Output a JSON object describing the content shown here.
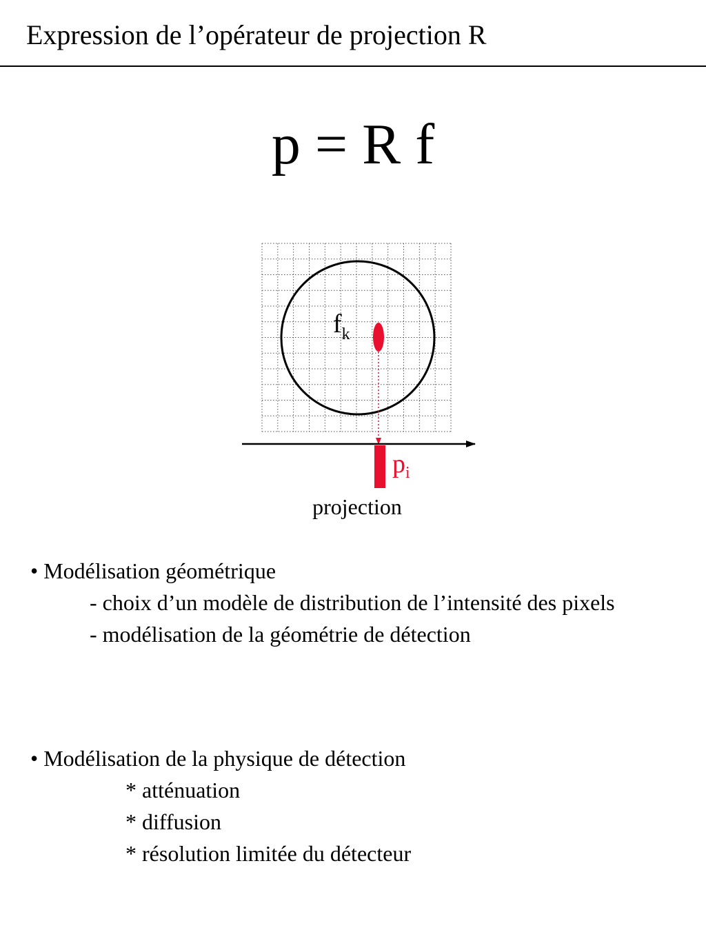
{
  "slide": {
    "title": "Expression de l’opérateur de projection R",
    "equation": "p = R f"
  },
  "diagram": {
    "voxel_label": "f",
    "voxel_subscript": "k",
    "projection_label": "p",
    "projection_subscript": "i",
    "axis_caption": "projection",
    "accent_color": "#e8102e"
  },
  "sections": [
    {
      "heading": "• Modélisation géométrique",
      "items": [
        "- choix d’un modèle de distribution de l’intensité des pixels",
        "- modélisation de la géométrie de détection"
      ]
    },
    {
      "heading": "• Modélisation de la physique de détection",
      "items": [
        "* atténuation",
        "* diffusion",
        "* résolution limitée du détecteur"
      ]
    }
  ]
}
